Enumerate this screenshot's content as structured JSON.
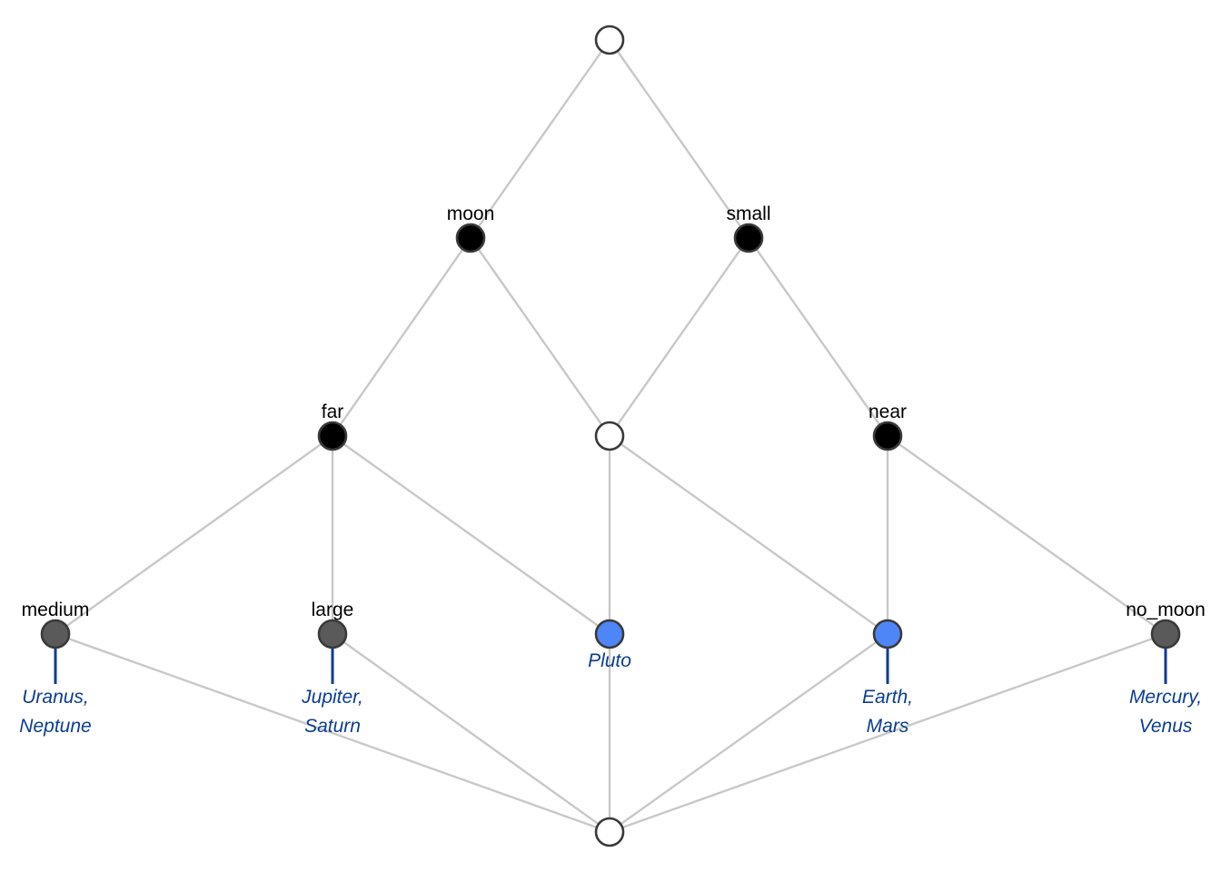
{
  "diagram": {
    "colors": {
      "edge": "#c8c8c8",
      "empty_node": "#ffffff",
      "attribute_node": "#000000",
      "object_node": "#5a5a5a",
      "object_concept_node": "#4f86f7",
      "object_text": "#0b3d91",
      "node_outline": "#3a3a3a"
    },
    "nodes": [
      {
        "id": "top",
        "kind": "empty",
        "attribute": "",
        "objects": []
      },
      {
        "id": "moon",
        "kind": "attribute",
        "attribute": "moon",
        "objects": []
      },
      {
        "id": "small",
        "kind": "attribute",
        "attribute": "small",
        "objects": []
      },
      {
        "id": "far",
        "kind": "attribute",
        "attribute": "far",
        "objects": []
      },
      {
        "id": "mid",
        "kind": "empty",
        "attribute": "",
        "objects": []
      },
      {
        "id": "near",
        "kind": "attribute",
        "attribute": "near",
        "objects": []
      },
      {
        "id": "medium",
        "kind": "object",
        "attribute": "medium",
        "objects": [
          "Uranus,",
          "Neptune"
        ]
      },
      {
        "id": "large",
        "kind": "object",
        "attribute": "large",
        "objects": [
          "Jupiter,",
          "Saturn"
        ]
      },
      {
        "id": "pluto",
        "kind": "object-concept",
        "attribute": "",
        "objects": [
          "Pluto"
        ]
      },
      {
        "id": "earthmars",
        "kind": "object-concept-stem",
        "attribute": "",
        "objects": [
          "Earth,",
          "Mars"
        ]
      },
      {
        "id": "no_moon",
        "kind": "object",
        "attribute": "no_moon",
        "objects": [
          "Mercury,",
          "Venus"
        ]
      },
      {
        "id": "bottom",
        "kind": "empty",
        "attribute": "",
        "objects": []
      }
    ],
    "edges": [
      [
        "top",
        "moon"
      ],
      [
        "top",
        "small"
      ],
      [
        "moon",
        "far"
      ],
      [
        "moon",
        "mid"
      ],
      [
        "small",
        "mid"
      ],
      [
        "small",
        "near"
      ],
      [
        "far",
        "medium"
      ],
      [
        "far",
        "large"
      ],
      [
        "far",
        "pluto"
      ],
      [
        "mid",
        "pluto"
      ],
      [
        "mid",
        "earthmars"
      ],
      [
        "near",
        "earthmars"
      ],
      [
        "near",
        "no_moon"
      ],
      [
        "medium",
        "bottom"
      ],
      [
        "large",
        "bottom"
      ],
      [
        "pluto",
        "bottom"
      ],
      [
        "earthmars",
        "bottom"
      ],
      [
        "no_moon",
        "bottom"
      ]
    ]
  }
}
